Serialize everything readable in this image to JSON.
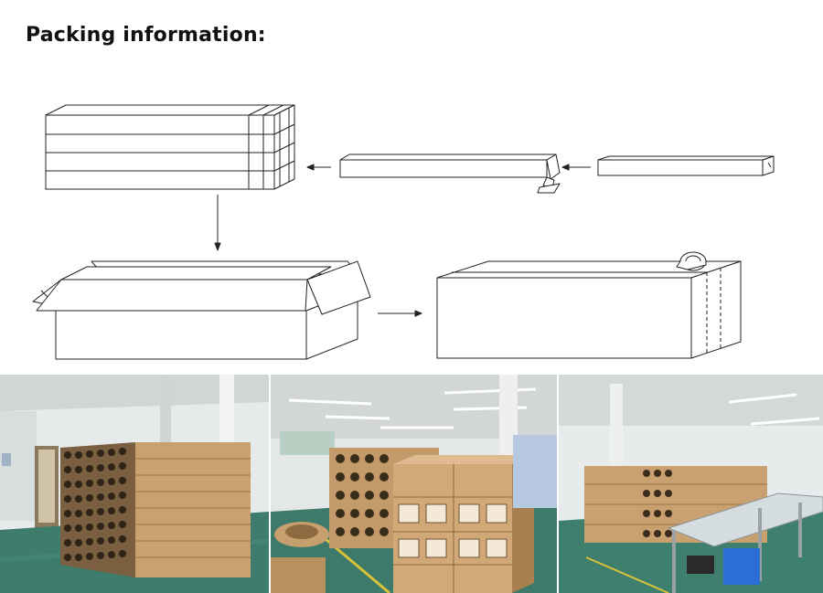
{
  "page": {
    "title": "Packing information:"
  },
  "diagram": {
    "steps": [
      {
        "id": "single-tube",
        "shape": "long-box"
      },
      {
        "id": "open-end-tube",
        "shape": "long-box-with-flap"
      },
      {
        "id": "stacked-bundle",
        "shape": "stack",
        "layers": 4
      },
      {
        "id": "open-carton",
        "shape": "open-box"
      },
      {
        "id": "sealed-carton",
        "shape": "closed-box-taped"
      }
    ],
    "flow": [
      "single-tube",
      "open-end-tube",
      "stacked-bundle",
      "open-carton",
      "sealed-carton"
    ],
    "line_color": "#222222"
  },
  "photos": [
    {
      "subject": "warehouse-carton-stacks-left"
    },
    {
      "subject": "warehouse-pallets-center"
    },
    {
      "subject": "warehouse-packing-table-right"
    }
  ],
  "colors": {
    "carton": "#c9a070",
    "carton_dark": "#a97f50",
    "floor": "#3f7d6c",
    "wall": "#e8ecec",
    "ceiling": "#d4d8d8"
  }
}
